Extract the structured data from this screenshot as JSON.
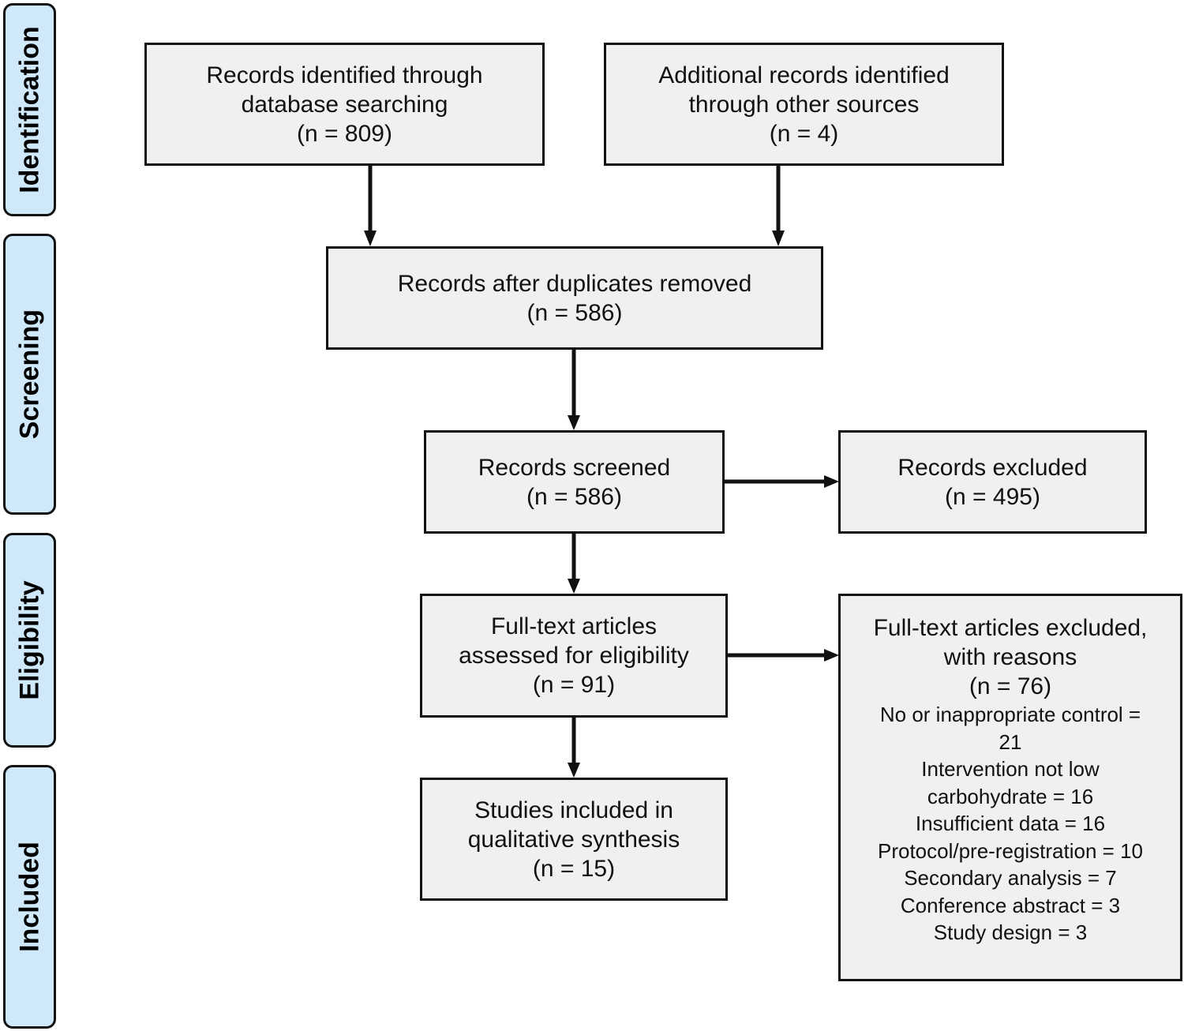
{
  "phases": {
    "identification": "Identification",
    "screening": "Screening",
    "eligibility": "Eligibility",
    "included": "Included"
  },
  "boxes": {
    "database": [
      "Records identified through",
      "database searching",
      "(n =  809)"
    ],
    "other_sources": [
      "Additional records identified",
      "through other sources",
      "(n = 4)"
    ],
    "after_duplicates": [
      "Records after duplicates removed",
      "(n = 586)"
    ],
    "screened": [
      "Records screened",
      "(n = 586)"
    ],
    "excluded": [
      "Records excluded",
      "(n = 495)"
    ],
    "fulltext_assessed": [
      "Full-text articles",
      "assessed for eligibility",
      "(n = 91)"
    ],
    "fulltext_excluded": {
      "header": [
        "Full-text articles excluded,",
        "with reasons",
        "(n = 76)"
      ],
      "reasons": [
        "No or inappropriate control =",
        "21",
        "Intervention not low",
        "carbohydrate = 16",
        "Insufficient data = 16",
        "Protocol/pre-registration = 10",
        "Secondary analysis = 7",
        "Conference abstract = 3",
        "Study design = 3"
      ]
    },
    "included": [
      "Studies included in",
      "qualitative synthesis",
      "(n = 15)"
    ]
  }
}
